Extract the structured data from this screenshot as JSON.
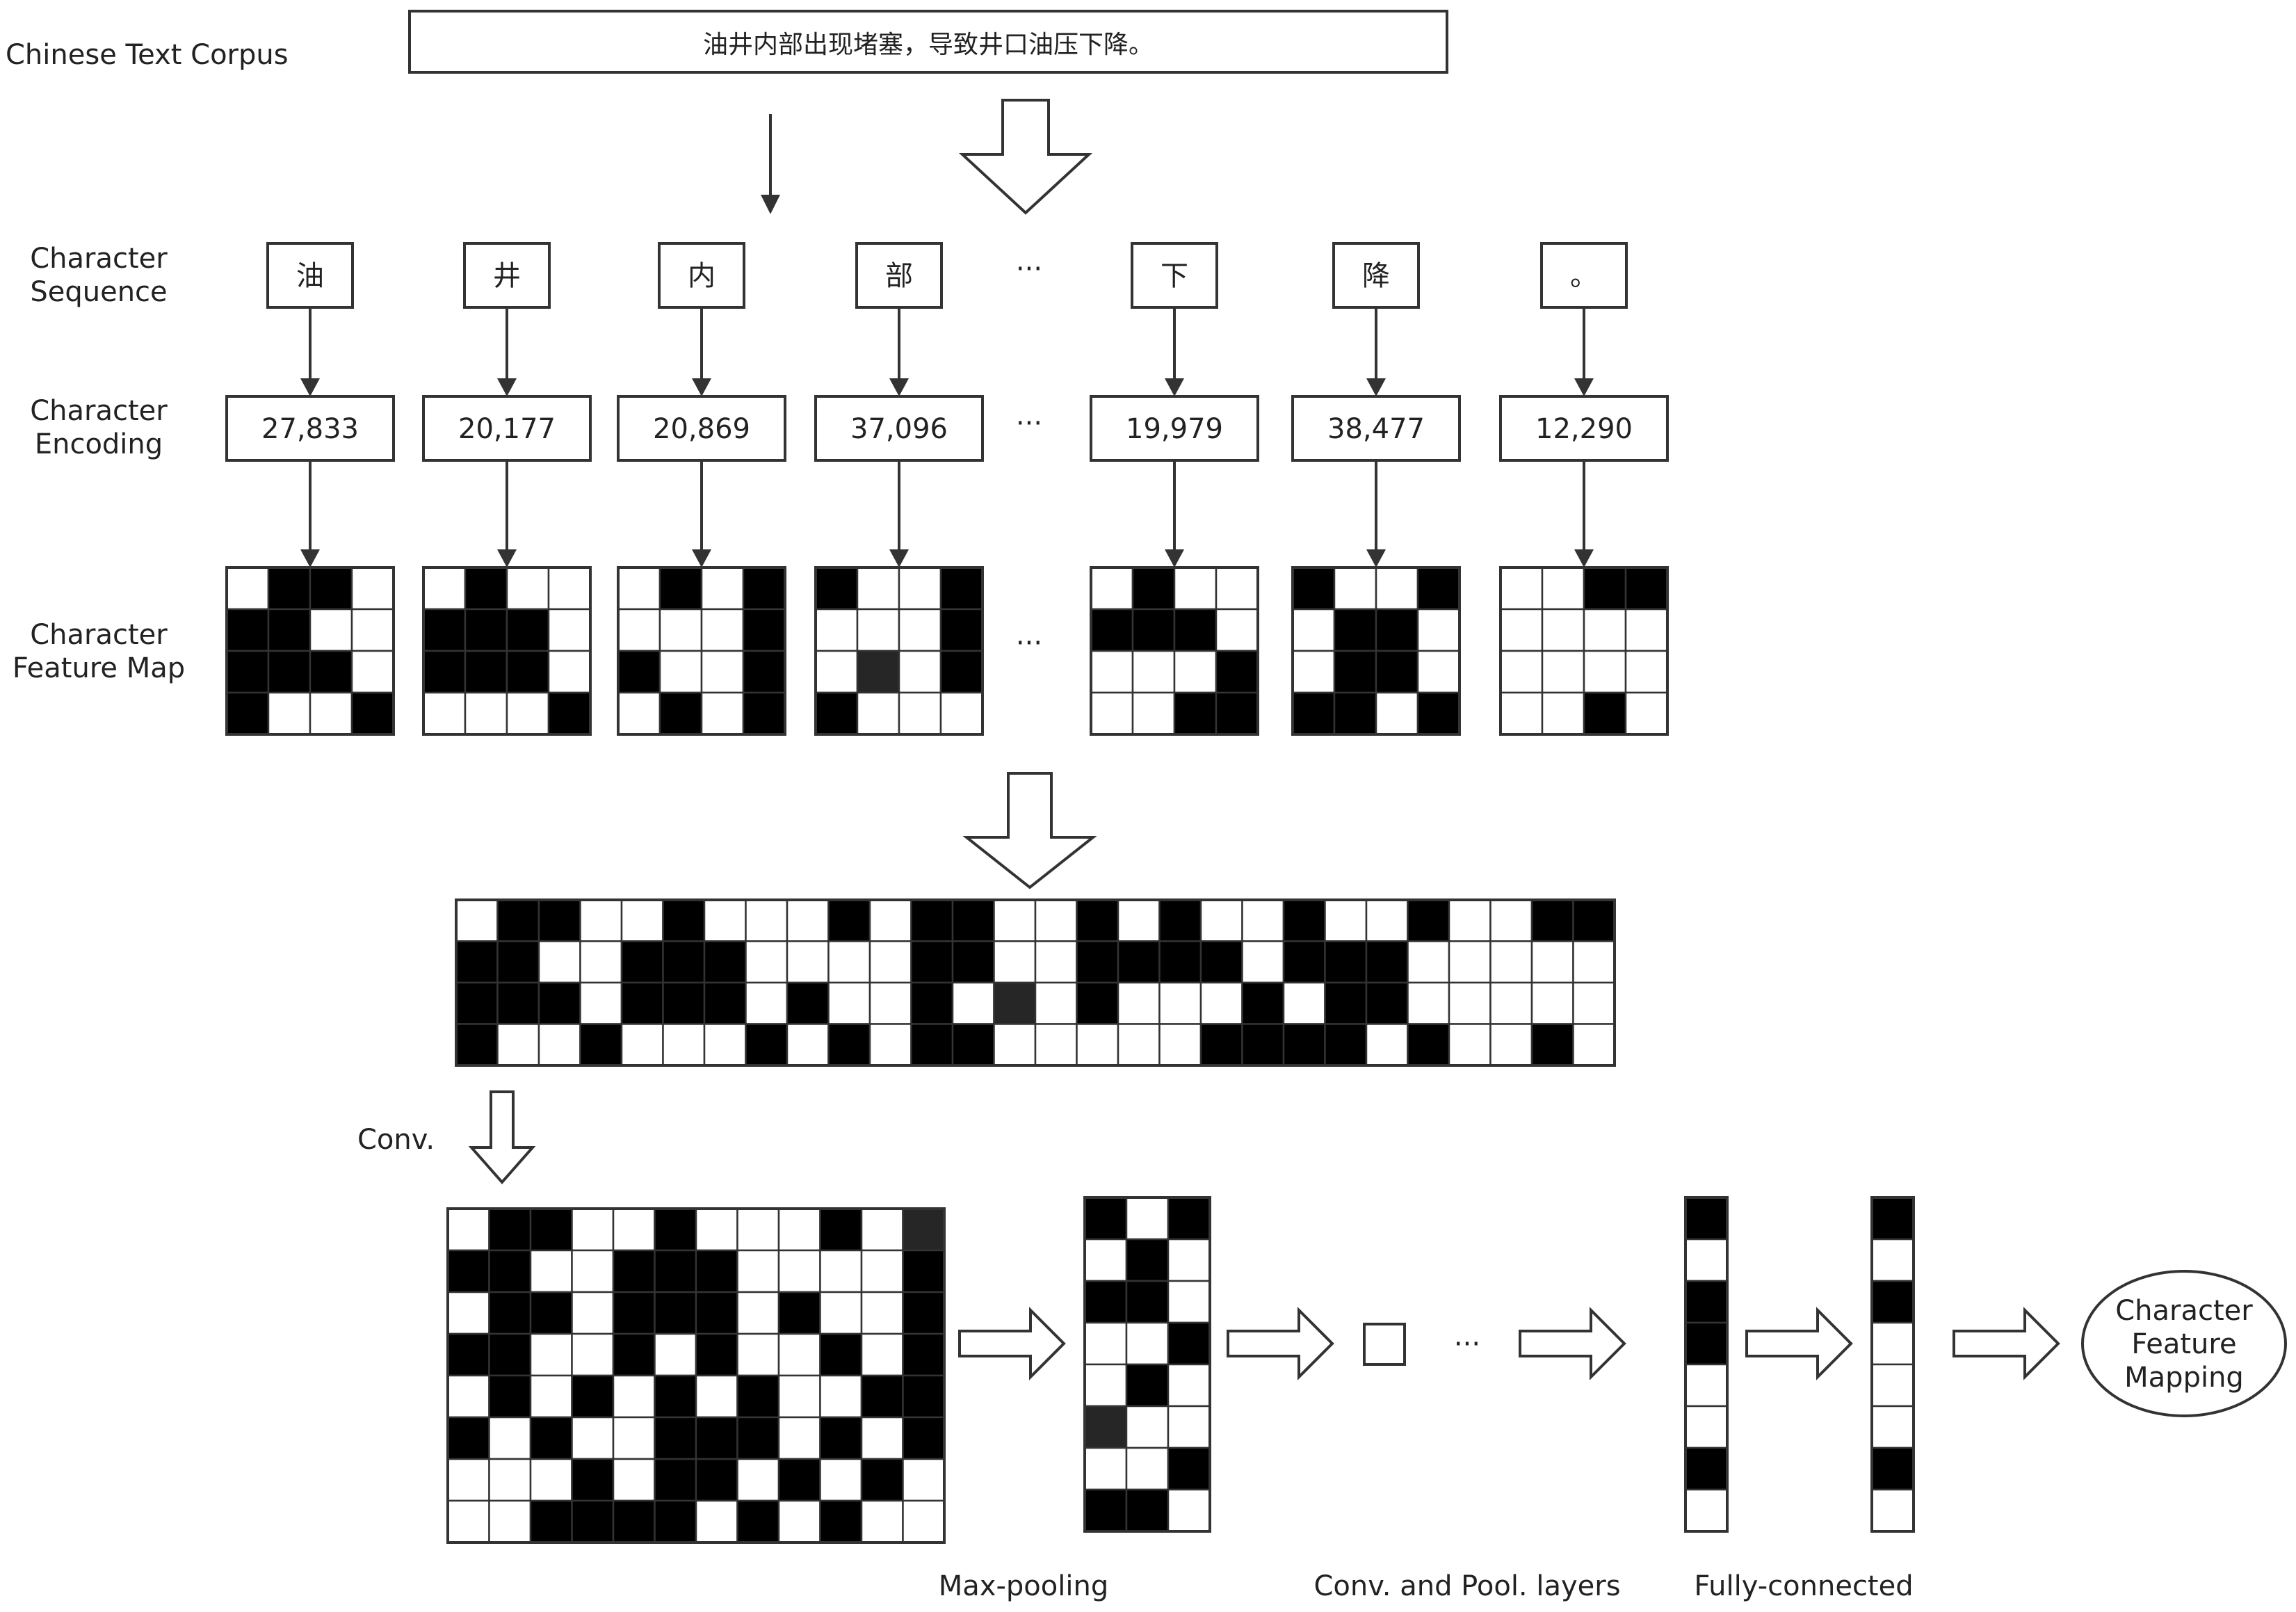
{
  "labels": {
    "corpus": "Chinese Text Corpus",
    "sequence": [
      "Character",
      "Sequence"
    ],
    "encoding": [
      "Character",
      "Encoding"
    ],
    "feature_map": [
      "Character",
      "Feature Map"
    ],
    "conv": "Conv.",
    "max_pooling": "Max-pooling",
    "conv_pool_layers": "Conv. and Pool. layers",
    "fully_connected": "Fully-connected",
    "output": [
      "Character",
      "Feature",
      "Mapping"
    ],
    "ellipsis": "···"
  },
  "corpus_text": "油井内部出现堵塞，导致井口油压下降。",
  "characters": [
    "油",
    "井",
    "内",
    "部",
    "下",
    "降",
    "。"
  ],
  "encodings": [
    "27,833",
    "20,177",
    "20,869",
    "37,096",
    "19,979",
    "38,477",
    "12,290"
  ],
  "feature_maps": [
    [
      [
        0,
        1,
        1,
        0
      ],
      [
        1,
        1,
        0,
        0
      ],
      [
        1,
        1,
        1,
        0
      ],
      [
        1,
        0,
        0,
        1
      ]
    ],
    [
      [
        0,
        1,
        0,
        0
      ],
      [
        1,
        1,
        1,
        0
      ],
      [
        1,
        1,
        1,
        0
      ],
      [
        0,
        0,
        0,
        1
      ]
    ],
    [
      [
        0,
        1,
        0,
        1
      ],
      [
        0,
        0,
        0,
        1
      ],
      [
        1,
        0,
        0,
        1
      ],
      [
        0,
        1,
        0,
        1
      ]
    ],
    [
      [
        1,
        0,
        0,
        1
      ],
      [
        0,
        0,
        0,
        1
      ],
      [
        0,
        2,
        0,
        1
      ],
      [
        1,
        0,
        0,
        0
      ]
    ],
    [
      [
        0,
        1,
        0,
        0
      ],
      [
        1,
        1,
        1,
        0
      ],
      [
        0,
        0,
        0,
        1
      ],
      [
        0,
        0,
        1,
        1
      ]
    ],
    [
      [
        1,
        0,
        0,
        1
      ],
      [
        0,
        1,
        1,
        0
      ],
      [
        0,
        1,
        1,
        0
      ],
      [
        1,
        1,
        0,
        1
      ]
    ],
    [
      [
        0,
        0,
        1,
        1
      ],
      [
        0,
        0,
        0,
        0
      ],
      [
        0,
        0,
        0,
        0
      ],
      [
        0,
        0,
        1,
        0
      ]
    ]
  ],
  "concat_matrix": [
    [
      0,
      1,
      1,
      0,
      0,
      1,
      0,
      0,
      0,
      1,
      0,
      1,
      1,
      0,
      0,
      1,
      0,
      1,
      0,
      0,
      1,
      0,
      0,
      1,
      0,
      0,
      1,
      1
    ],
    [
      1,
      1,
      0,
      0,
      1,
      1,
      1,
      0,
      0,
      0,
      0,
      1,
      1,
      0,
      0,
      1,
      1,
      1,
      1,
      0,
      1,
      1,
      1,
      0,
      0,
      0,
      0,
      0
    ],
    [
      1,
      1,
      1,
      0,
      1,
      1,
      1,
      0,
      1,
      0,
      0,
      1,
      0,
      2,
      0,
      1,
      0,
      0,
      0,
      1,
      0,
      1,
      1,
      0,
      0,
      0,
      0,
      0
    ],
    [
      1,
      0,
      0,
      1,
      0,
      0,
      0,
      1,
      0,
      1,
      0,
      1,
      1,
      0,
      0,
      0,
      0,
      0,
      1,
      1,
      1,
      1,
      0,
      1,
      0,
      0,
      1,
      0
    ]
  ],
  "conv_matrix": [
    [
      0,
      1,
      1,
      0,
      0,
      1,
      0,
      0,
      0,
      1,
      0,
      2
    ],
    [
      1,
      1,
      0,
      0,
      1,
      1,
      1,
      0,
      0,
      0,
      0,
      1
    ],
    [
      0,
      1,
      1,
      0,
      1,
      1,
      1,
      0,
      1,
      0,
      0,
      1
    ],
    [
      1,
      1,
      0,
      0,
      1,
      0,
      1,
      0,
      0,
      1,
      0,
      1
    ],
    [
      0,
      1,
      0,
      1,
      0,
      1,
      0,
      1,
      0,
      0,
      1,
      1
    ],
    [
      1,
      0,
      1,
      0,
      0,
      1,
      1,
      1,
      0,
      1,
      0,
      1
    ],
    [
      0,
      0,
      0,
      1,
      0,
      1,
      1,
      0,
      1,
      0,
      1,
      0
    ],
    [
      0,
      0,
      1,
      1,
      1,
      1,
      0,
      1,
      0,
      1,
      0,
      0
    ]
  ],
  "pool_matrix": [
    [
      1,
      0,
      1
    ],
    [
      0,
      1,
      0
    ],
    [
      1,
      1,
      0
    ],
    [
      0,
      0,
      1
    ],
    [
      0,
      1,
      0
    ],
    [
      2,
      0,
      0
    ],
    [
      0,
      0,
      1
    ],
    [
      1,
      1,
      0
    ]
  ],
  "fc1": [
    1,
    0,
    1,
    1,
    0,
    0,
    1,
    0
  ],
  "fc2": [
    1,
    0,
    1,
    0,
    0,
    0,
    1,
    0
  ]
}
